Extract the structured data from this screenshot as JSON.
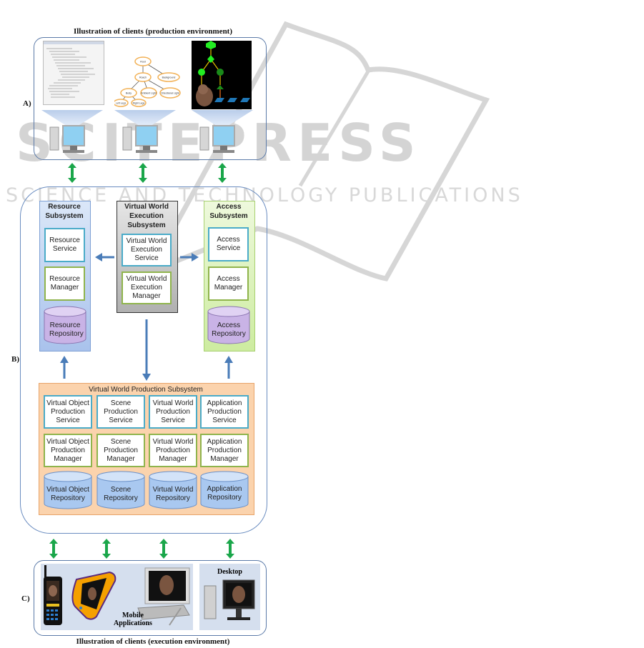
{
  "watermark": {
    "brand": "SCITEPRESS",
    "tagline": "SCIENCE AND TECHNOLOGY PUBLICATIONS"
  },
  "section_a": {
    "letter": "A)",
    "caption": "Illustration of clients (production environment)",
    "scene_graph_nodes": [
      "Root",
      "Roach",
      "Background",
      "Body",
      "Ambient Light",
      "Directional Light",
      "Left Legs",
      "Right Legs"
    ]
  },
  "section_b": {
    "letter": "B)",
    "resource": {
      "title": "Resource Subsystem",
      "service": "Resource Service",
      "manager": "Resource Manager",
      "repository": "Resource Repository"
    },
    "execution": {
      "title": "Virtual World Execution Subsystem",
      "service": "Virtual World Execution Service",
      "manager": "Virtual World Execution Manager"
    },
    "access": {
      "title": "Access Subsystem",
      "service": "Access Service",
      "manager": "Access Manager",
      "repository": "Access Repository"
    },
    "production": {
      "title": "Virtual World Production Subsystem",
      "columns": [
        {
          "service": "Virtual Object Production Service",
          "manager": "Virtual Object Production Manager",
          "repository": "Virtual Object Repository"
        },
        {
          "service": "Scene Production Service",
          "manager": "Scene Production Manager",
          "repository": "Scene Repository"
        },
        {
          "service": "Virtual World Production Service",
          "manager": "Virtual World Production Manager",
          "repository": "Virtual World Repository"
        },
        {
          "service": "Application Production Service",
          "manager": "Application Production Manager",
          "repository": "Application Repository"
        }
      ]
    }
  },
  "section_c": {
    "letter": "C)",
    "caption": "Illustration of clients (execution environment)",
    "mobile_label": "Mobile Applications",
    "desktop_label": "Desktop"
  },
  "colors": {
    "frame": "#5b7aa8",
    "service_border": "#4aabc8",
    "manager_border": "#8fb44c",
    "resource_bg": "#c6d9f5",
    "access_bg": "#dff3c0",
    "execution_bg": "#c8c8c8",
    "production_bg": "#fbd3ad",
    "arrow_green": "#1aa64a",
    "arrow_blue": "#4a7cb8"
  }
}
